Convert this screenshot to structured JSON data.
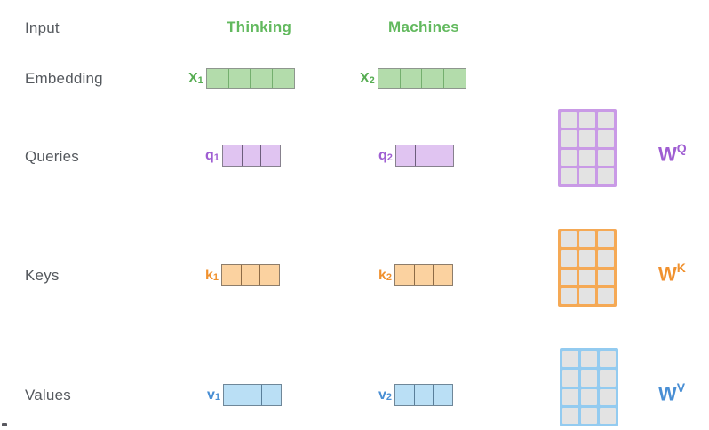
{
  "colors": {
    "label-gray": "#55595e",
    "green-text": "#62b95e",
    "green-letter": "#57ad53",
    "green-fill": "#b3dcab",
    "green-divider": "#74af6e",
    "green-box-border": "#8e968e",
    "purple-text": "#9f5ed2",
    "purple-fill": "#e0c4f1",
    "purple-divider": "#6d5e7c",
    "purple-box-border": "#87818e",
    "orange-text": "#f0912e",
    "orange-fill": "#fbd2a0",
    "orange-divider": "#8d6b46",
    "orange-box-border": "#8d7d6b",
    "blue-text": "#4a8fd4",
    "blue-fill": "#badff5",
    "blue-divider": "#5a7f9a",
    "blue-box-border": "#6f8799",
    "matrix-purple": "#c99ae6",
    "matrix-orange": "#f5a955",
    "matrix-blue": "#93cbf0",
    "matrix-cell-fill": "#e3e3e3"
  },
  "row_labels": {
    "input": "Input",
    "embedding": "Embedding",
    "queries": "Queries",
    "keys": "Keys",
    "values": "Values"
  },
  "tokens": {
    "token1": "Thinking",
    "token2": "Machines"
  },
  "vectors": {
    "x1": {
      "letter": "X",
      "sub": "1",
      "cells": 4
    },
    "x2": {
      "letter": "X",
      "sub": "2",
      "cells": 4
    },
    "q1": {
      "letter": "q",
      "sub": "1",
      "cells": 3
    },
    "q2": {
      "letter": "q",
      "sub": "2",
      "cells": 3
    },
    "k1": {
      "letter": "k",
      "sub": "1",
      "cells": 3
    },
    "k2": {
      "letter": "k",
      "sub": "2",
      "cells": 3
    },
    "v1": {
      "letter": "v",
      "sub": "1",
      "cells": 3
    },
    "v2": {
      "letter": "v",
      "sub": "2",
      "cells": 3
    }
  },
  "matrices": {
    "wq": {
      "letter": "W",
      "sup": "Q",
      "cols": 3,
      "rows": 4
    },
    "wk": {
      "letter": "W",
      "sup": "K",
      "cols": 3,
      "rows": 4
    },
    "wv": {
      "letter": "W",
      "sup": "V",
      "cols": 3,
      "rows": 4
    }
  }
}
